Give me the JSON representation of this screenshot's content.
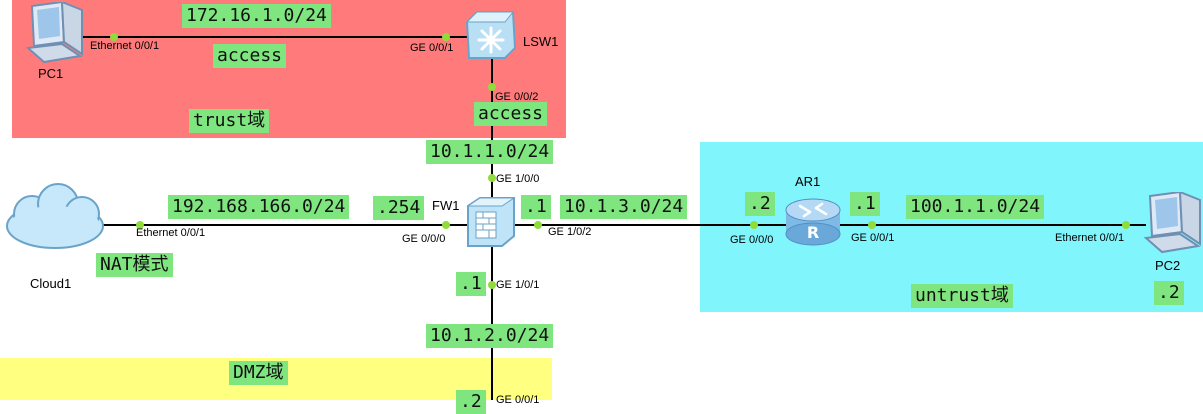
{
  "zones": {
    "trust": {
      "label": "trust域",
      "color": "#ff7b7b"
    },
    "untrust": {
      "label": "untrust域",
      "color": "#80f5fb"
    },
    "dmz": {
      "label": "DMZ域",
      "color": "#ffff80"
    }
  },
  "devices": {
    "pc1": {
      "name": "PC1"
    },
    "lsw1": {
      "name": "LSW1"
    },
    "fw1": {
      "name": "FW1"
    },
    "cloud1": {
      "name": "Cloud1"
    },
    "ar1": {
      "name": "AR1"
    },
    "pc2": {
      "name": "PC2"
    }
  },
  "ports": {
    "pc1_eth": "Ethernet 0/0/1",
    "lsw1_ge001": "GE 0/0/1",
    "lsw1_ge002": "GE 0/0/2",
    "fw1_ge100": "GE 1/0/0",
    "fw1_ge000": "GE 0/0/0",
    "fw1_ge102": "GE 1/0/2",
    "fw1_ge101": "GE 1/0/1",
    "cloud_eth": "Ethernet 0/0/1",
    "ar1_ge000": "GE 0/0/0",
    "ar1_ge001": "GE 0/0/1",
    "pc2_eth": "Ethernet 0/0/1",
    "dmz_port": "GE 0/0/1"
  },
  "labels": {
    "net_pc1": "172.16.1.0/24",
    "access1": "access",
    "access2": "access",
    "net_lsw_fw": "10.1.1.0/24",
    "net_cloud": "192.168.166.0/24",
    "fw_254": ".254",
    "fw_1_right": ".1",
    "net_fw_ar": "10.1.3.0/24",
    "ar_2": ".2",
    "ar_1": ".1",
    "net_ar_pc2": "100.1.1.0/24",
    "nat": "NAT模式",
    "fw_1_down": ".1",
    "net_dmz": "10.1.2.0/24",
    "pc2_2": ".2",
    "dmz_2": ".2"
  },
  "colors": {
    "label_bg": "#7fe57f",
    "wire": "#000000",
    "port_dot": "#8fdc3a"
  }
}
